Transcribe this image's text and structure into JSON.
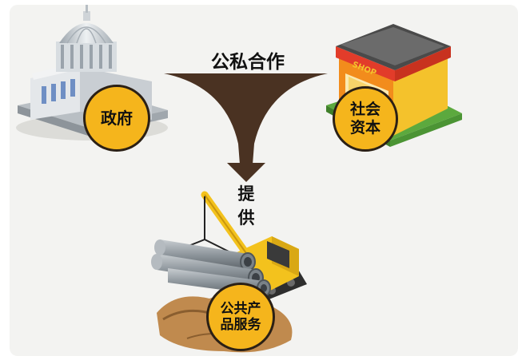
{
  "title": "公私合作",
  "arrow_label": "提供",
  "nodes": {
    "government": {
      "label": "政府"
    },
    "social_capital": {
      "label_line1": "社会",
      "label_line2": "资本"
    },
    "public_goods": {
      "label_line1": "公共产",
      "label_line2": "品服务"
    }
  },
  "colors": {
    "background": "#f3f3f1",
    "arrow": "#4a3222",
    "badge": "#f5b51c",
    "badge_border": "#2b2015",
    "shop_orange": "#f28c1c",
    "shop_yellow": "#f4c22c",
    "grass": "#5ca93e",
    "crane_yellow": "#f3c21d",
    "pipe_gray": "#8e969c"
  },
  "icons": {
    "government": "capitol-building-icon",
    "social_capital": "shop-icon",
    "public_goods": "crane-pipes-icon"
  }
}
